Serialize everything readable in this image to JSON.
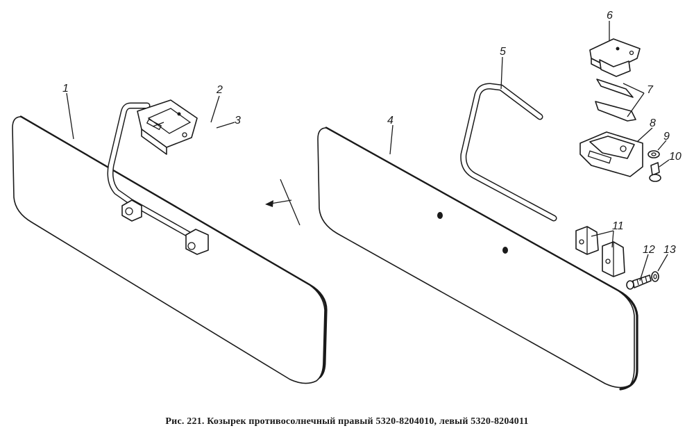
{
  "caption": "Рис. 221. Козырек противосолнечный правый 5320-8204010, левый 5320-8204011",
  "labels": [
    "1",
    "2",
    "3",
    "4",
    "5",
    "6",
    "7",
    "8",
    "9",
    "10",
    "11",
    "12",
    "13"
  ]
}
